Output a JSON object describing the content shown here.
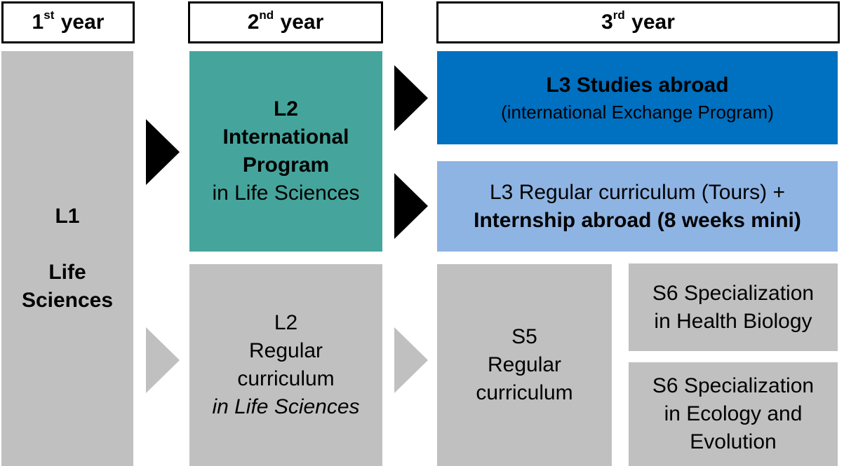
{
  "headers": [
    {
      "num": "1",
      "sup": "st",
      "label": "year"
    },
    {
      "num": "2",
      "sup": "nd",
      "label": "year"
    },
    {
      "num": "3",
      "sup": "rd",
      "label": "year"
    }
  ],
  "l1": {
    "line1": "L1",
    "line2": "Life",
    "line3": "Sciences"
  },
  "l2_international": {
    "line1": "L2",
    "line2": "International",
    "line3": "Program",
    "line4": "in Life Sciences"
  },
  "l2_regular": {
    "line1": "L2",
    "line2": "Regular",
    "line3": "curriculum",
    "line4": "in Life Sciences"
  },
  "l3_abroad": {
    "line1": "L3 Studies abroad",
    "line2": "(international Exchange Program)"
  },
  "l3_regular_internship": {
    "line1": "L3 Regular curriculum (Tours) +",
    "line2": "Internship abroad (8 weeks mini)"
  },
  "s5": {
    "line1": "S5",
    "line2": "Regular",
    "line3": "curriculum"
  },
  "s6_health": {
    "line1": "S6 Specialization",
    "line2": "in Health Biology"
  },
  "s6_ecology": {
    "line1": "S6 Specialization",
    "line2": "in Ecology and",
    "line3": "Evolution"
  },
  "colors": {
    "gray": "#c0c0c0",
    "teal": "#45a59c",
    "blue": "#0070c0",
    "light_blue": "#8eb4e3",
    "arrow_dark": "#000000",
    "arrow_light": "#c0c0c0"
  },
  "arrow_icons": [
    "arrow-right-icon",
    "arrow-right-icon",
    "arrow-right-icon",
    "arrow-right-icon",
    "arrow-right-icon"
  ]
}
